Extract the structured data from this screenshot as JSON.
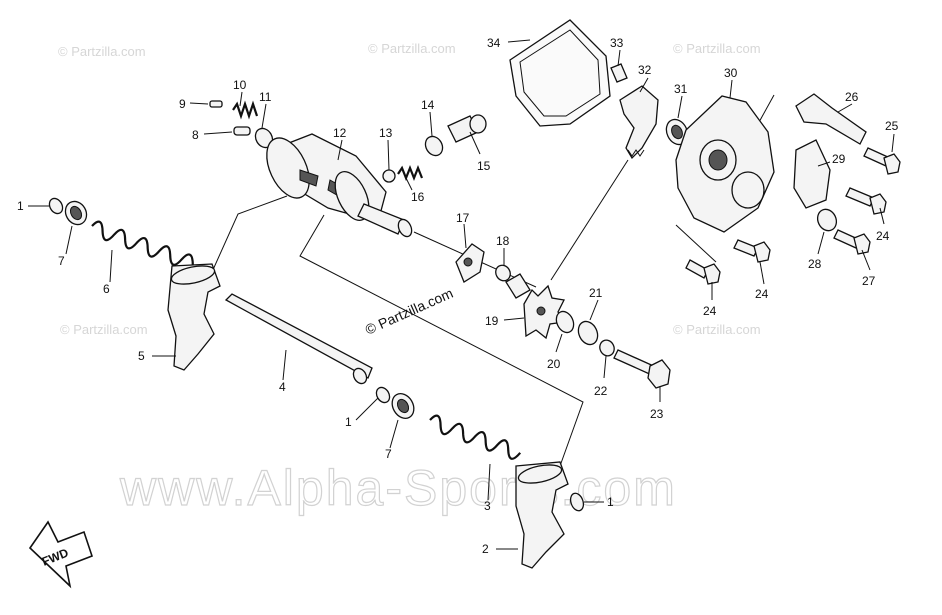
{
  "watermarks": {
    "small": "© Partzilla.com",
    "center": "© Partzilla.com",
    "big": "www.Alpha-Sports.com"
  },
  "fwd_label": "FWD",
  "labels": [
    {
      "id": "l1a",
      "text": "1"
    },
    {
      "id": "l7a",
      "text": "7"
    },
    {
      "id": "l6",
      "text": "6"
    },
    {
      "id": "l5",
      "text": "5"
    },
    {
      "id": "l4",
      "text": "4"
    },
    {
      "id": "l1b",
      "text": "1"
    },
    {
      "id": "l7b",
      "text": "7"
    },
    {
      "id": "l3",
      "text": "3"
    },
    {
      "id": "l1c",
      "text": "1"
    },
    {
      "id": "l2",
      "text": "2"
    },
    {
      "id": "l9",
      "text": "9"
    },
    {
      "id": "l10",
      "text": "10"
    },
    {
      "id": "l11",
      "text": "11"
    },
    {
      "id": "l8",
      "text": "8"
    },
    {
      "id": "l12",
      "text": "12"
    },
    {
      "id": "l13",
      "text": "13"
    },
    {
      "id": "l14",
      "text": "14"
    },
    {
      "id": "l15",
      "text": "15"
    },
    {
      "id": "l16",
      "text": "16"
    },
    {
      "id": "l17",
      "text": "17"
    },
    {
      "id": "l18",
      "text": "18"
    },
    {
      "id": "l19",
      "text": "19"
    },
    {
      "id": "l20",
      "text": "20"
    },
    {
      "id": "l21",
      "text": "21"
    },
    {
      "id": "l22",
      "text": "22"
    },
    {
      "id": "l23",
      "text": "23"
    },
    {
      "id": "l34",
      "text": "34"
    },
    {
      "id": "l33",
      "text": "33"
    },
    {
      "id": "l32",
      "text": "32"
    },
    {
      "id": "l31",
      "text": "31"
    },
    {
      "id": "l30",
      "text": "30"
    },
    {
      "id": "l26",
      "text": "26"
    },
    {
      "id": "l25",
      "text": "25"
    },
    {
      "id": "l29",
      "text": "29"
    },
    {
      "id": "l24a",
      "text": "24"
    },
    {
      "id": "l28",
      "text": "28"
    },
    {
      "id": "l27",
      "text": "27"
    },
    {
      "id": "l24b",
      "text": "24"
    },
    {
      "id": "l24c",
      "text": "24"
    }
  ]
}
